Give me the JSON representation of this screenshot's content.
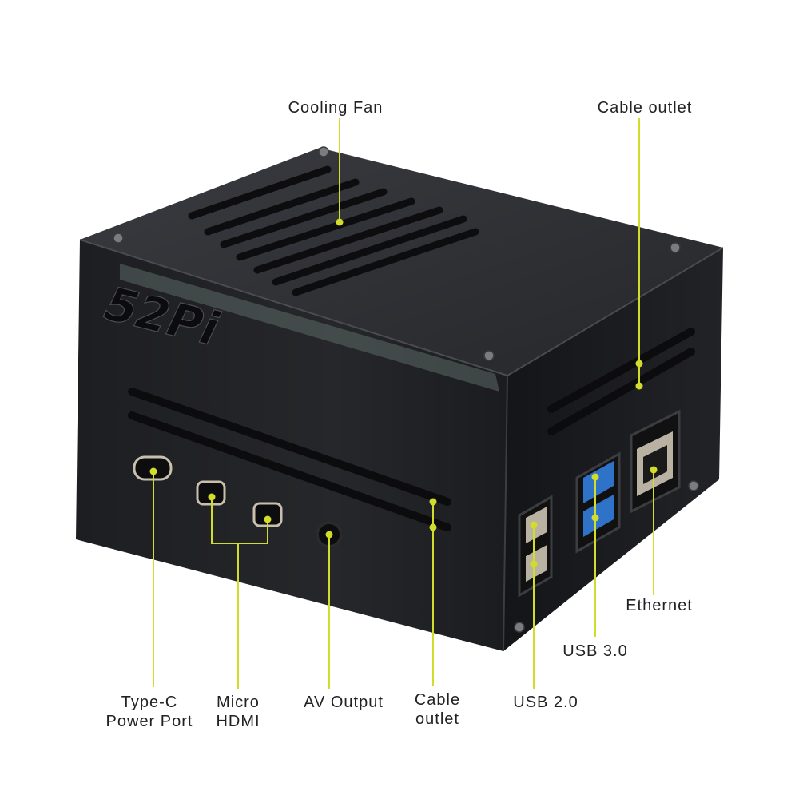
{
  "colors": {
    "background": "#ffffff",
    "case_top": "#2e2f33",
    "case_front": "#232427",
    "case_side": "#1a1b1e",
    "callout_line": "#d2dc2a",
    "label_text": "#222222",
    "usb3_blue": "#2f73c9",
    "port_metal": "#b9b1a1"
  },
  "logo": {
    "text": "52Pi"
  },
  "labels": {
    "cooling_fan": "Cooling Fan",
    "cable_outlet_top": "Cable outlet",
    "ethernet": "Ethernet",
    "usb3": "USB 3.0",
    "usb2": "USB 2.0",
    "type_c_line1": "Type-C",
    "type_c_line2": "Power Port",
    "micro_hdmi_line1": "Micro",
    "micro_hdmi_line2": "HDMI",
    "av_output": "AV Output",
    "cable_outlet_front_line1": "Cable",
    "cable_outlet_front_line2": "outlet"
  }
}
